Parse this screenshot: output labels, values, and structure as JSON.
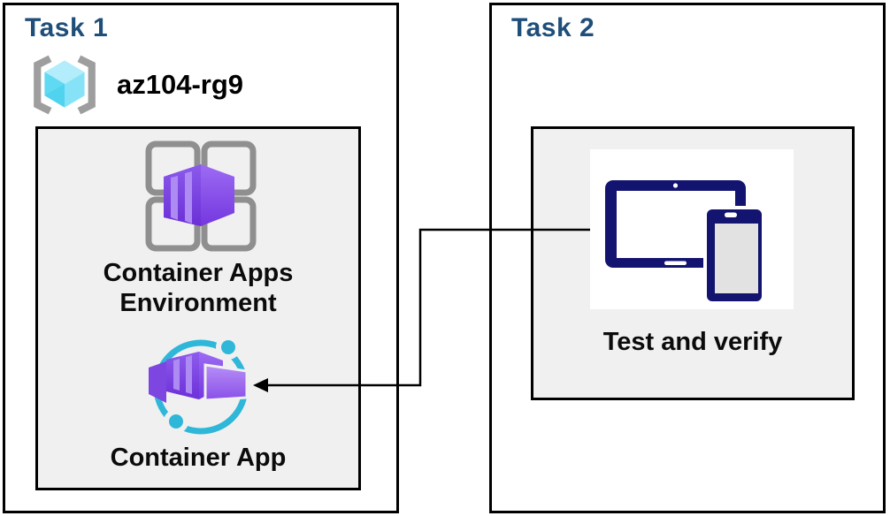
{
  "diagram": {
    "task1": {
      "title": "Task 1",
      "resource_group": "az104-rg9",
      "nodes": {
        "environment": "Container Apps Environment",
        "container_app": "Container App"
      }
    },
    "task2": {
      "title": "Task 2",
      "nodes": {
        "test_verify": "Test and verify"
      }
    },
    "connector": {
      "from": "Test and verify",
      "to": "Container App",
      "style": "elbow",
      "arrow_direction": "left"
    },
    "icons": {
      "resource_group": "resource-group-bracket-cube-icon",
      "environment": "container-apps-environment-icon",
      "container_app": "container-app-icon",
      "test_verify": "devices-tablet-phone-icon",
      "connector": "left-arrow-connector"
    },
    "colors": {
      "task_title_blue": "#1F4E79",
      "box_border": "#000000",
      "inner_panel_bg": "#F0F0F0",
      "container_purple": "#7B42E0",
      "container_purple_light": "#AE8AF3",
      "app_circle_cyan": "#2EB7D8",
      "devices_navy": "#131370",
      "resource_group_cyan": "#4FD3EF",
      "bracket_gray": "#9E9E9E",
      "grid_gray": "#8F8F8F"
    }
  }
}
